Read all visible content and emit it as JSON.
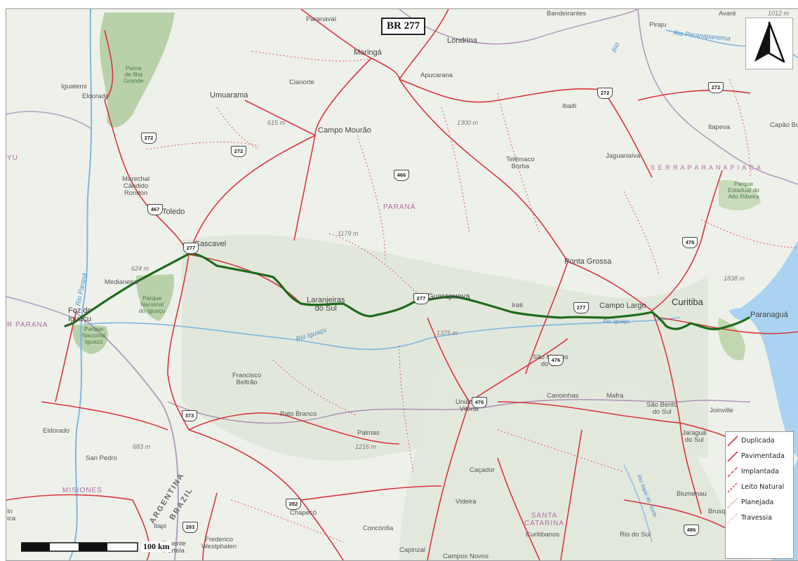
{
  "map": {
    "title": "BR 277",
    "scale_label": "100 km",
    "colors": {
      "land": "#eef0ea",
      "relief": "#dfe4d8",
      "park": "#b9d1a8",
      "sea": "#a9d3f0",
      "river": "#7fb7e0",
      "state_border": "#8e6aa0",
      "road": "#d9363e",
      "highlight": "#1e6b1c"
    },
    "places": [
      {
        "id": "paranavai",
        "name": "Paranavaí"
      },
      {
        "id": "bandeirantes",
        "name": "Bandeirantes"
      },
      {
        "id": "avare",
        "name": "Avaré"
      },
      {
        "id": "maringa",
        "name": "Maringá"
      },
      {
        "id": "londrina",
        "name": "Londrina"
      },
      {
        "id": "piraju",
        "name": "Piraju"
      },
      {
        "id": "apucarana",
        "name": "Apucarana"
      },
      {
        "id": "iguatemi",
        "name": "Iguatemi"
      },
      {
        "id": "eldorado-n",
        "name": "Eldorado"
      },
      {
        "id": "umuarama",
        "name": "Umuarama"
      },
      {
        "id": "cianorte",
        "name": "Cianorte"
      },
      {
        "id": "ibaiti",
        "name": "Ibaiti"
      },
      {
        "id": "itapeva",
        "name": "Itapeva"
      },
      {
        "id": "capao-bonito",
        "name": "Capão Bo"
      },
      {
        "id": "campo-mourao",
        "name": "Campo Mourão"
      },
      {
        "id": "telemaco",
        "name": "Telêmaco\nBorba"
      },
      {
        "id": "jaguariaiva",
        "name": "Jaguariaíva"
      },
      {
        "id": "marechal",
        "name": "Marechal\nCândido\nRondon"
      },
      {
        "id": "toledo",
        "name": "Toledo"
      },
      {
        "id": "cascavel",
        "name": "Cascavel"
      },
      {
        "id": "medianeira",
        "name": "Medianeira"
      },
      {
        "id": "foz",
        "name": "Foz do\nIguaçu"
      },
      {
        "id": "laranjeiras",
        "name": "Laranjeiras\ndo Sul"
      },
      {
        "id": "guarapuava",
        "name": "Guarapuava"
      },
      {
        "id": "irati",
        "name": "Irati"
      },
      {
        "id": "ponta-grossa",
        "name": "Ponta Grossa"
      },
      {
        "id": "campo-largo",
        "name": "Campo Largo"
      },
      {
        "id": "curitiba",
        "name": "Curitiba"
      },
      {
        "id": "paranagua",
        "name": "Paranaguá"
      },
      {
        "id": "sao-mateus",
        "name": "São Mateus\ndo Sul"
      },
      {
        "id": "francisco",
        "name": "Francisco\nBeltrão"
      },
      {
        "id": "pato-branco",
        "name": "Pato Branco"
      },
      {
        "id": "palmas",
        "name": "Palmas"
      },
      {
        "id": "uniao",
        "name": "União da\nVitória"
      },
      {
        "id": "canoinhas",
        "name": "Canoinhas"
      },
      {
        "id": "mafra",
        "name": "Mafra"
      },
      {
        "id": "sao-bento",
        "name": "São Bento\ndo Sul"
      },
      {
        "id": "joinville",
        "name": "Joinville"
      },
      {
        "id": "jaragua",
        "name": "Jaraguá\ndo Sul"
      },
      {
        "id": "blumenau",
        "name": "Blumenau"
      },
      {
        "id": "brusque",
        "name": "Brusqu"
      },
      {
        "id": "eldorado-s",
        "name": "Eldorado"
      },
      {
        "id": "san-pedro",
        "name": "San Pedro"
      },
      {
        "id": "cacador",
        "name": "Caçador"
      },
      {
        "id": "videira",
        "name": "Videira"
      },
      {
        "id": "chapeco",
        "name": "Chapecó"
      },
      {
        "id": "concordia",
        "name": "Concórdia"
      },
      {
        "id": "curitibanos",
        "name": "Curitibanos"
      },
      {
        "id": "rio-do-sul",
        "name": "Rio do Sul"
      },
      {
        "id": "capinzal",
        "name": "Capinzal"
      },
      {
        "id": "campos-novos",
        "name": "Campos Novos"
      },
      {
        "id": "frederico",
        "name": "Frederico\nWestphalen"
      },
      {
        "id": "itapiranga",
        "name": "Itapi"
      },
      {
        "id": "tenente",
        "name": "Tenente\nPortela"
      },
      {
        "id": "ita",
        "name": "In\nica"
      }
    ],
    "regions": [
      {
        "id": "parana",
        "name": "PARANÁ"
      },
      {
        "id": "santa-catarina",
        "name": "SANTA\nCATARINA"
      },
      {
        "id": "misiones",
        "name": "MISIONES"
      },
      {
        "id": "serra",
        "name": "S E R R A   P A R A N A P I A C A"
      },
      {
        "id": "r-parana",
        "name": "R PARANA"
      },
      {
        "id": "yu",
        "name": "YU"
      }
    ],
    "countries": [
      {
        "id": "argentina",
        "name": "ARGENTINA"
      },
      {
        "id": "brazil",
        "name": "BRAZIL"
      }
    ],
    "parks": [
      {
        "id": "ilha-grande",
        "name": "Parna\nde Ilha\nGrande"
      },
      {
        "id": "iguacu-br",
        "name": "Parque\nNacional\ndo Iguaçu"
      },
      {
        "id": "iguazu-ar",
        "name": "Parque\nNacional\nIguazú"
      },
      {
        "id": "alto-ribeira",
        "name": "Parque\nEstadual do\nAlto Ribeira"
      }
    ],
    "waters": [
      {
        "id": "rio-paranapanema",
        "name": "Rio Paranapanema"
      },
      {
        "id": "rio-iguacu-1",
        "name": "Rio Iguaçu"
      },
      {
        "id": "rio-iguacu-2",
        "name": "Rio Iguaçu"
      },
      {
        "id": "rio-parana",
        "name": "Rio Paraná"
      },
      {
        "id": "rio",
        "name": "Rio"
      },
      {
        "id": "rio-itajai",
        "name": "Rio Itajaí do Norte"
      }
    ],
    "elevations": [
      {
        "id": "e1012",
        "name": "1012 m"
      },
      {
        "id": "e615",
        "name": "615 m"
      },
      {
        "id": "e1300",
        "name": "1300 m"
      },
      {
        "id": "e1179",
        "name": "1179 m"
      },
      {
        "id": "e624",
        "name": "624 m"
      },
      {
        "id": "e1838",
        "name": "1838 m"
      },
      {
        "id": "e1375",
        "name": "1375 m"
      },
      {
        "id": "e1216",
        "name": "1216 m"
      },
      {
        "id": "e683",
        "name": "683 m"
      }
    ],
    "shields": [
      {
        "id": "s272a",
        "num": "272"
      },
      {
        "id": "s272b",
        "num": "272"
      },
      {
        "id": "s272c",
        "num": "272"
      },
      {
        "id": "s272d",
        "num": "272"
      },
      {
        "id": "s466",
        "num": "466"
      },
      {
        "id": "s467",
        "num": "467"
      },
      {
        "id": "s476a",
        "num": "476"
      },
      {
        "id": "s476b",
        "num": "476"
      },
      {
        "id": "s476c",
        "num": "476"
      },
      {
        "id": "s373",
        "num": "373"
      },
      {
        "id": "s282",
        "num": "282"
      },
      {
        "id": "s283",
        "num": "283"
      },
      {
        "id": "s486",
        "num": "486"
      },
      {
        "id": "s277a",
        "num": "277"
      },
      {
        "id": "s277b",
        "num": "277"
      },
      {
        "id": "s277c",
        "num": "277"
      }
    ]
  },
  "legend": {
    "items": [
      {
        "label": "Duplicada",
        "style": "solid"
      },
      {
        "label": "Pavimentada",
        "style": "solid"
      },
      {
        "label": "Implantada",
        "style": "dashed"
      },
      {
        "label": "Leito Natural",
        "style": "dashed"
      },
      {
        "label": "Planejada",
        "style": "dotted"
      },
      {
        "label": "Travessia",
        "style": "dotted"
      }
    ]
  }
}
